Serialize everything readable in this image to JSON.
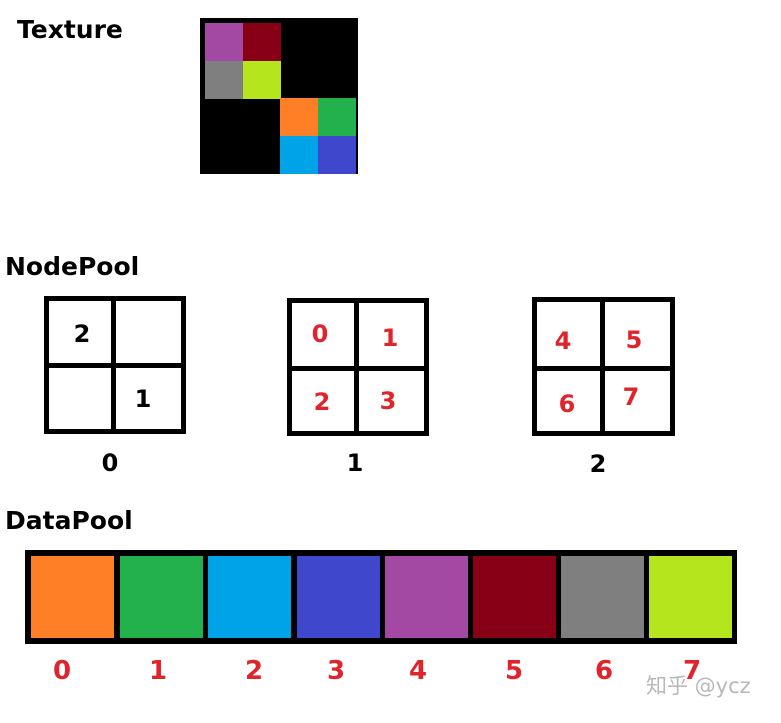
{
  "sections": {
    "texture": "Texture",
    "nodepool": "NodePool",
    "datapool": "DataPool"
  },
  "colors": {
    "black": "#000000",
    "red_label": "#e0242c",
    "black_label": "#000000"
  },
  "texture": {
    "cells": [
      {
        "row": 0,
        "col": 0,
        "color": "#a349a4"
      },
      {
        "row": 0,
        "col": 1,
        "color": "#880015"
      },
      {
        "row": 1,
        "col": 0,
        "color": "#7f7f7f"
      },
      {
        "row": 1,
        "col": 1,
        "color": "#b5e61d"
      },
      {
        "row": 2,
        "col": 2,
        "color": "#ff7f27"
      },
      {
        "row": 2,
        "col": 3,
        "color": "#22b14c"
      },
      {
        "row": 3,
        "col": 2,
        "color": "#00a2e8"
      },
      {
        "row": 3,
        "col": 3,
        "color": "#3f48cc"
      }
    ]
  },
  "nodepool": {
    "nodes": [
      {
        "index": "0",
        "cells": [
          "2",
          "",
          "",
          "1"
        ],
        "label_color": "black"
      },
      {
        "index": "1",
        "cells": [
          "0",
          "1",
          "2",
          "3"
        ],
        "label_color": "red"
      },
      {
        "index": "2",
        "cells": [
          "4",
          "5",
          "6",
          "7"
        ],
        "label_color": "red"
      }
    ]
  },
  "datapool": {
    "cells": [
      {
        "index": "0",
        "color": "#ff7f27"
      },
      {
        "index": "1",
        "color": "#22b14c"
      },
      {
        "index": "2",
        "color": "#00a2e8"
      },
      {
        "index": "3",
        "color": "#3f48cc"
      },
      {
        "index": "4",
        "color": "#a349a4"
      },
      {
        "index": "5",
        "color": "#880015"
      },
      {
        "index": "6",
        "color": "#7f7f7f"
      },
      {
        "index": "7",
        "color": "#b5e61d"
      }
    ]
  },
  "watermark": "知乎 @ycz"
}
